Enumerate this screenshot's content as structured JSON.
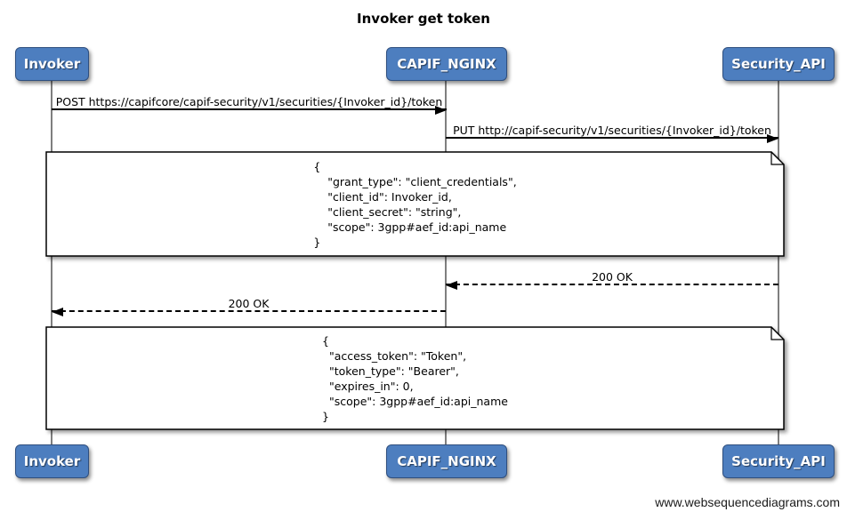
{
  "title": "Invoker get token",
  "actors": [
    {
      "label": "Invoker"
    },
    {
      "label": "CAPIF_NGINX"
    },
    {
      "label": "Security_API"
    }
  ],
  "messages": [
    {
      "label": "POST https://capifcore/capif-security/v1/securities/{Invoker_id}/token",
      "type": "solid",
      "from": "Invoker",
      "to": "CAPIF_NGINX"
    },
    {
      "label": "PUT http://capif-security/v1/securities/{Invoker_id}/token",
      "type": "solid",
      "from": "CAPIF_NGINX",
      "to": "Security_API"
    },
    {
      "label": "200 OK",
      "type": "dashed",
      "from": "Security_API",
      "to": "CAPIF_NGINX"
    },
    {
      "label": "200 OK",
      "type": "dashed",
      "from": "CAPIF_NGINX",
      "to": "Invoker"
    }
  ],
  "notes": [
    {
      "text": "{\n    \"grant_type\": \"client_credentials\",\n    \"client_id\": Invoker_id,\n    \"client_secret\": \"string\",\n    \"scope\": 3gpp#aef_id:api_name\n}"
    },
    {
      "text": "{\n  \"access_token\": \"Token\",\n  \"token_type\": \"Bearer\",\n  \"expires_in\": 0,\n  \"scope\": 3gpp#aef_id:api_name\n}"
    }
  ],
  "footer": "www.websequencediagrams.com",
  "colors": {
    "actor_fill": "#4d7ebf",
    "actor_border": "#2f4f7f",
    "actor_text": "#ffffff",
    "lifeline": "#7f7f7f",
    "message_line": "#000000",
    "note_fill": "#ffffff",
    "note_border": "#000000"
  }
}
